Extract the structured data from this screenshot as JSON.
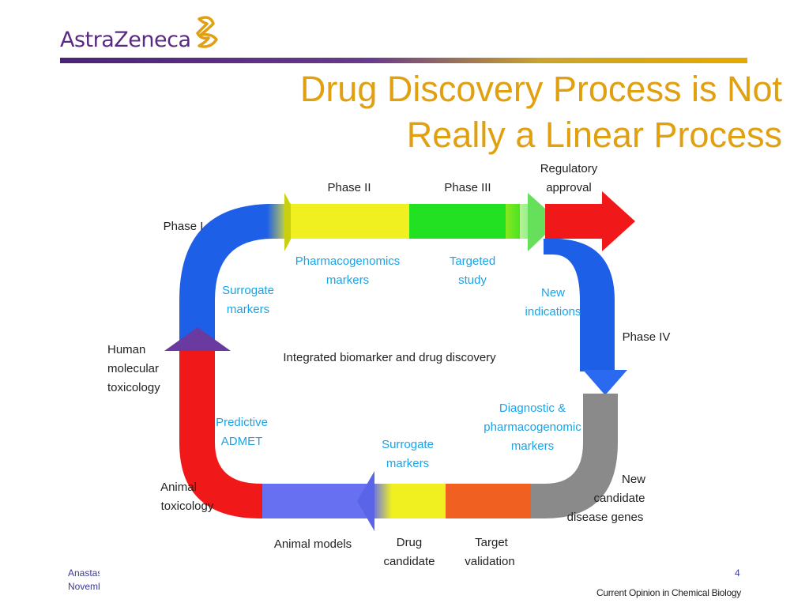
{
  "logo": {
    "text": "AstraZeneca"
  },
  "slide": {
    "title_line1": "Drug Discovery Process is Not",
    "title_line2": "Really a Linear Process",
    "page_number": "4",
    "footer_line1": "Anastasia",
    "footer_line2": "November",
    "credit": "Current Opinion in Chemical Biology"
  },
  "colors": {
    "title": "#e0a010",
    "logo": "#5a2a82",
    "blue": "#1e5fe8",
    "yellow": "#f0f020",
    "green": "#22e022",
    "red": "#f01818",
    "gray": "#8a8a8a",
    "orange": "#f06020",
    "periwinkle": "#6670f0",
    "inner_text": "#1aa3e8"
  },
  "diagram": {
    "phase_i": "Phase I",
    "phase_ii": "Phase II",
    "phase_iii": "Phase III",
    "regulatory_1": "Regulatory",
    "regulatory_2": "approval",
    "phase_iv": "Phase IV",
    "new_candidate_1": "New",
    "new_candidate_2": "candidate",
    "new_candidate_3": "disease genes",
    "target_validation_1": "Target",
    "target_validation_2": "validation",
    "drug_candidate_1": "Drug",
    "drug_candidate_2": "candidate",
    "animal_models": "Animal models",
    "animal_tox_1": "Animal",
    "animal_tox_2": "toxicology",
    "human_tox_1": "Human",
    "human_tox_2": "molecular",
    "human_tox_3": "toxicology",
    "center": "Integrated biomarker and drug discovery",
    "pharmacogenomics_1": "Pharmacogenomics",
    "pharmacogenomics_2": "markers",
    "targeted_1": "Targeted",
    "targeted_2": "study",
    "surrogate_top_1": "Surrogate",
    "surrogate_top_2": "markers",
    "new_ind_1": "New",
    "new_ind_2": "indications",
    "predictive_1": "Predictive",
    "predictive_2": "ADMET",
    "surrogate_bottom_1": "Surrogate",
    "surrogate_bottom_2": "markers",
    "diagnostic_1": "Diagnostic &",
    "diagnostic_2": "pharmacogenomic",
    "diagnostic_3": "markers"
  }
}
